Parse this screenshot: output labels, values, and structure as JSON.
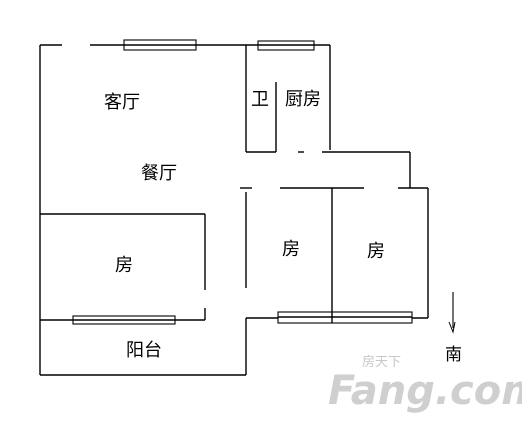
{
  "rooms": {
    "living": "客厅",
    "dining": "餐厅",
    "bathroom": "卫",
    "kitchen": "厨房",
    "room_left": "房",
    "room_mid": "房",
    "room_right": "房",
    "balcony": "阳台"
  },
  "compass": {
    "label": "南",
    "icon": "south-arrow-icon"
  },
  "watermark": {
    "cn": "房天下",
    "en": "Fang.com",
    "color": "#c8c8c8"
  }
}
